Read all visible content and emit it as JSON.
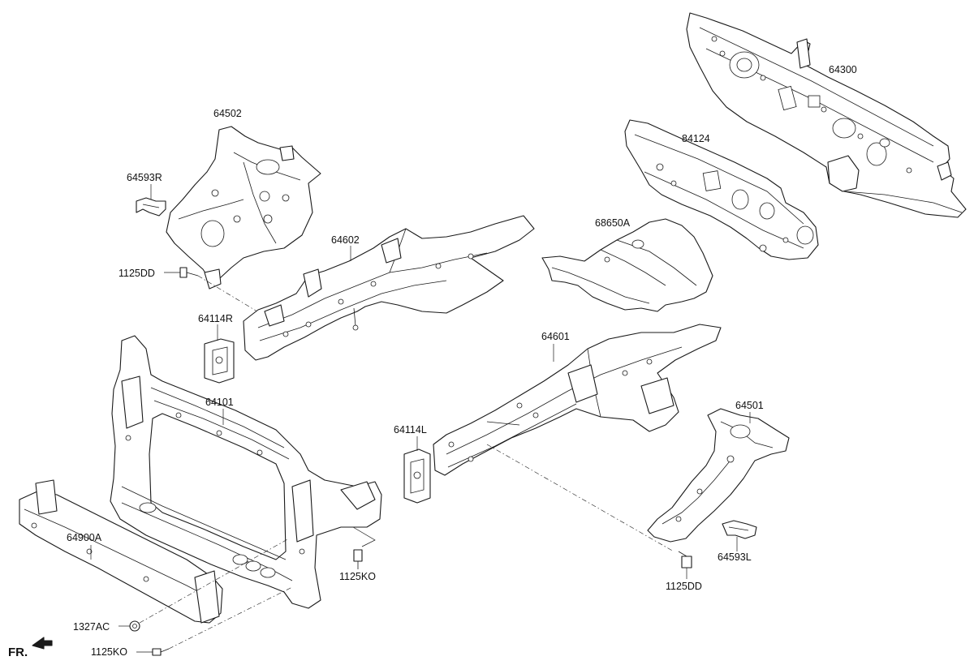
{
  "diagram": {
    "parts": [
      {
        "id": "64300",
        "label": "64300"
      },
      {
        "id": "84124",
        "label": "84124"
      },
      {
        "id": "68650A",
        "label": "68650A"
      },
      {
        "id": "64502",
        "label": "64502"
      },
      {
        "id": "64593R",
        "label": "64593R"
      },
      {
        "id": "1125DD-right",
        "label": "1125DD"
      },
      {
        "id": "64602",
        "label": "64602"
      },
      {
        "id": "64114R",
        "label": "64114R"
      },
      {
        "id": "64101",
        "label": "64101"
      },
      {
        "id": "64601",
        "label": "64601"
      },
      {
        "id": "64114L",
        "label": "64114L"
      },
      {
        "id": "64501",
        "label": "64501"
      },
      {
        "id": "64593L",
        "label": "64593L"
      },
      {
        "id": "1125DD-left",
        "label": "1125DD"
      },
      {
        "id": "64900A",
        "label": "64900A"
      },
      {
        "id": "1125KO-right",
        "label": "1125KO"
      },
      {
        "id": "1327AC",
        "label": "1327AC"
      },
      {
        "id": "1125KO-left",
        "label": "1125KO"
      }
    ],
    "front_indicator": "FR."
  }
}
